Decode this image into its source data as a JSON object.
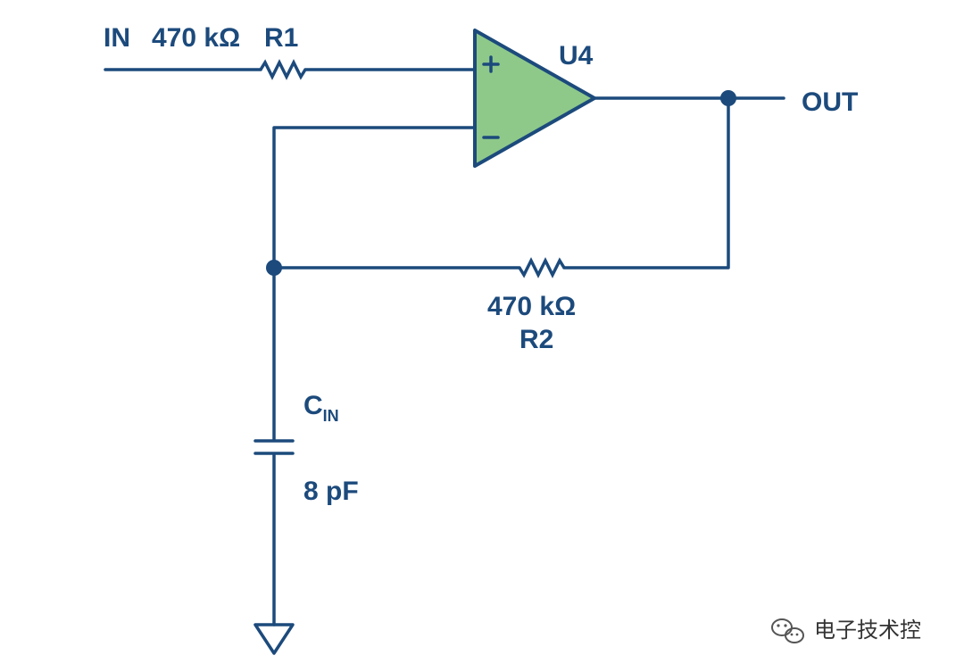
{
  "labels": {
    "input": "IN",
    "r1_value": "470 kΩ",
    "r1_name": "R1",
    "opamp": "U4",
    "plus": "+",
    "minus": "−",
    "output": "OUT",
    "r2_value": "470 kΩ",
    "r2_name": "R2",
    "cin_main": "C",
    "cin_sub": "IN",
    "cin_value": "8 pF"
  },
  "watermark": {
    "text": "电子技术控",
    "icon": "wechat-icon"
  },
  "colors": {
    "wire": "#1c4a7c",
    "opamp_fill": "#8ec98a",
    "background": "#ffffff"
  }
}
